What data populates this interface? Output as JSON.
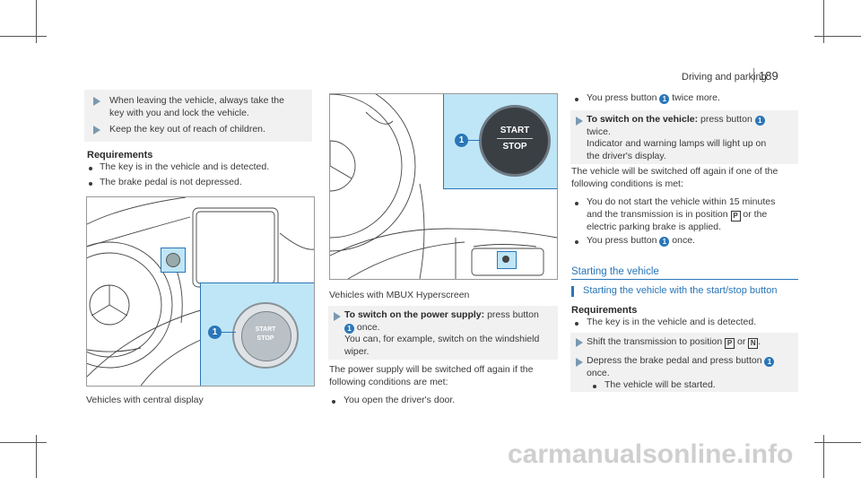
{
  "header": {
    "section": "Driving and parking",
    "page": "189"
  },
  "col1": {
    "step1_line1": "When leaving the vehicle, always take the",
    "step1_line2": "key with you and lock the vehicle.",
    "step2": "Keep the key out of reach of children.",
    "req_title": "Requirements",
    "req1": "The key is in the vehicle and is detected.",
    "req2": "The brake pedal is not depressed.",
    "caption": "Vehicles with central display",
    "button_line1": "START",
    "button_line2": "STOP",
    "callout": "1"
  },
  "col2": {
    "button_line1": "START",
    "button_line2": "STOP",
    "callout": "1",
    "caption": "Vehicles with MBUX Hyperscreen",
    "step_lead": "To switch on the power supply:",
    "step_rest": " press button",
    "step_num": "1",
    "step_once": " once.",
    "step_l2": "You can, for example, switch on the windshield",
    "step_l3": "wiper.",
    "body_l1": "The power supply will be switched off again if the",
    "body_l2": "following conditions are met:",
    "bullet1": "You open the driver's door."
  },
  "col3": {
    "b1_a": "You press button ",
    "b1_num": "1",
    "b1_b": " twice more.",
    "step_lead": "To switch on the vehicle:",
    "step_rest": " press button ",
    "step_num": "1",
    "step_l2": "twice.",
    "step_l3": "Indicator and warning lamps will light up on",
    "step_l4": "the driver's display.",
    "body_l1": "The vehicle will be switched off again if one of the",
    "body_l2": "following conditions is met:",
    "b2_l1": "You do not start the vehicle within 15 minutes",
    "b2_l2a": "and the transmission is in position ",
    "sym_p": "P",
    "b2_l2b": " or the",
    "b2_l3": "electric parking brake is applied.",
    "b3_a": "You press button ",
    "b3_num": "1",
    "b3_b": " once.",
    "section_title": "Starting the vehicle",
    "sub_title": "Starting the vehicle with the start/stop button",
    "req_title": "Requirements",
    "req1": "The key is in the vehicle and is detected.",
    "s1_a": "Shift the transmission to position ",
    "s1_p": "P",
    "s1_or": " or ",
    "s1_n": "N",
    "s1_end": ".",
    "s2_a": "Depress the brake pedal and press button ",
    "s2_num": "1",
    "s2_l2": "once.",
    "s2_b": "The vehicle will be started."
  },
  "watermark": "carmanualsonline.info",
  "colors": {
    "accent": "#2a76b8",
    "panel": "#bfe6f6"
  }
}
